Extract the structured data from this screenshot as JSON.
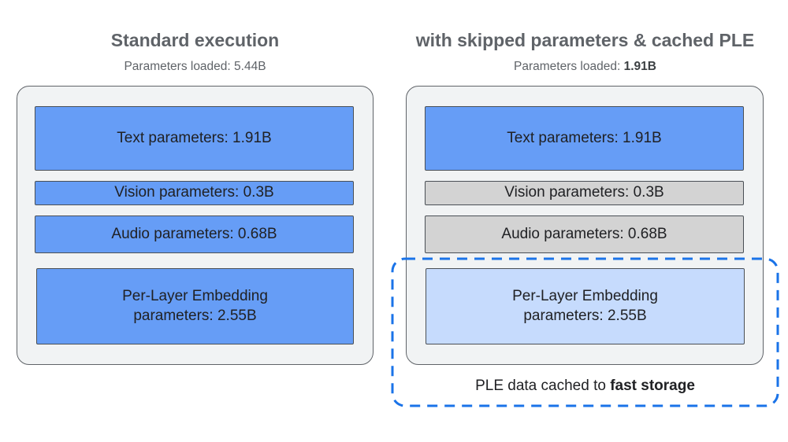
{
  "left": {
    "title": "Standard execution",
    "subtitle_prefix": "Parameters loaded: ",
    "subtitle_value": "5.44B",
    "blocks": [
      {
        "label": "Text parameters: 1.91B",
        "state": "loaded"
      },
      {
        "label": "Vision parameters: 0.3B",
        "state": "loaded"
      },
      {
        "label": "Audio parameters: 0.68B",
        "state": "loaded"
      },
      {
        "label_line1": "Per-Layer Embedding",
        "label_line2": "parameters: 2.55B",
        "state": "loaded"
      }
    ]
  },
  "right": {
    "title": "with skipped parameters & cached PLE",
    "subtitle_prefix": "Parameters loaded: ",
    "subtitle_value": "1.91B",
    "blocks": [
      {
        "label": "Text parameters: 1.91B",
        "state": "loaded"
      },
      {
        "label": "Vision parameters: 0.3B",
        "state": "skipped"
      },
      {
        "label": "Audio parameters: 0.68B",
        "state": "skipped"
      },
      {
        "label_line1": "Per-Layer Embedding",
        "label_line2": "parameters: 2.55B",
        "state": "cached"
      }
    ],
    "cache_note_prefix": "PLE data cached to ",
    "cache_note_bold": "fast storage"
  },
  "colors": {
    "loaded": "#669df6",
    "skipped": "#d3d3d3",
    "cached": "#c6dbfd",
    "dashed_border": "#1a73e8",
    "panel_bg": "#f1f3f4"
  }
}
